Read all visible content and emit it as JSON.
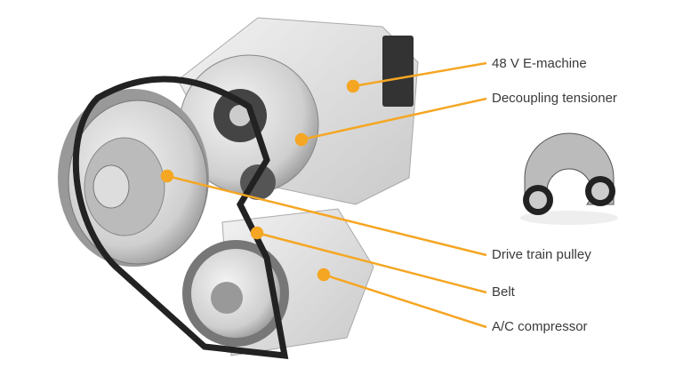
{
  "accent_color": "#f5a623",
  "labels": {
    "e_machine": "48 V E-machine",
    "tensioner": "Decoupling tensioner",
    "pulley": "Drive train pulley",
    "belt": "Belt",
    "compressor": "A/C compressor"
  }
}
